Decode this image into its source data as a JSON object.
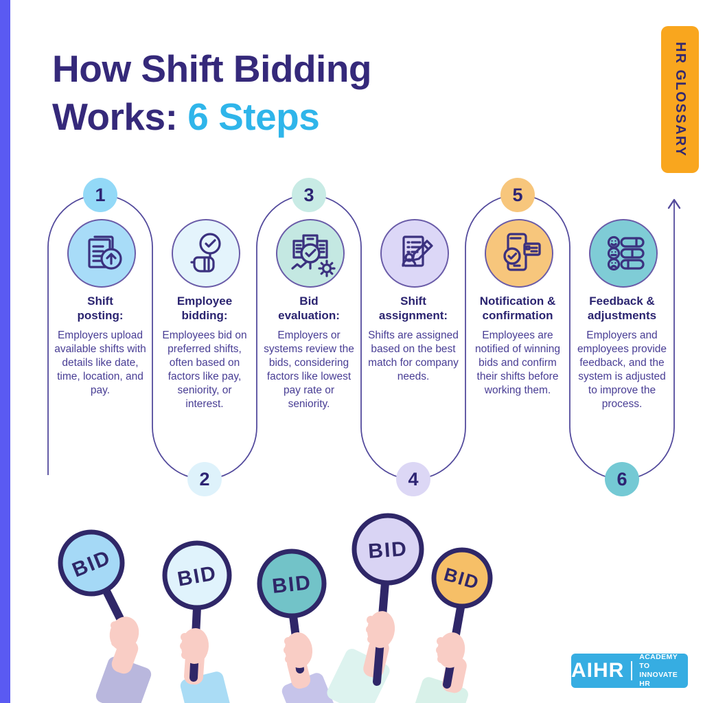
{
  "header": {
    "title_line1": "How Shift Bidding",
    "title_line2_prefix": "Works: ",
    "title_line2_accent": "6 Steps",
    "tag": "HR GLOSSARY"
  },
  "colors": {
    "title_indigo": "#35297a",
    "accent_cyan": "#2fb5ea",
    "tag_orange": "#f9a61e",
    "flow_line": "#534a9c",
    "body_text": "#483d94",
    "left_bar": "#5a5af2",
    "logo_blue": "#36ade2",
    "icon_stroke": "#3b317f",
    "paddle_navy": "#2f2768"
  },
  "steps": [
    {
      "number": "1",
      "title": "Shift\nposting:",
      "description": "Employers upload available shifts with details like date, time, location, and pay.",
      "badge_color": "#93d9f7",
      "icon_bg": "#a8dcf8",
      "icon": "upload-documents-icon"
    },
    {
      "number": "2",
      "title": "Employee\nbidding:",
      "description": "Employees bid on preferred shifts, often based on factors like pay, seniority, or interest.",
      "badge_color": "#def2fb",
      "icon_bg": "#e4f4fc",
      "icon": "hand-magnifier-check-icon"
    },
    {
      "number": "3",
      "title": "Bid\nevaluation:",
      "description": "Employers or systems review the bids, considering factors like lowest pay rate or seniority.",
      "badge_color": "#c8ebe5",
      "icon_bg": "#c4e8e2",
      "icon": "documents-analysis-icon"
    },
    {
      "number": "4",
      "title": "Shift\nassignment:",
      "description": "Shifts are assigned based on the best match for company needs.",
      "badge_color": "#dcd7f5",
      "icon_bg": "#dcd7f7",
      "icon": "document-pencil-person-icon"
    },
    {
      "number": "5",
      "title": "Notification &\nconfirmation",
      "description": "Employees are notified of winning bids and confirm their shifts before working them.",
      "badge_color": "#f7c67c",
      "icon_bg": "#f7c67c",
      "icon": "phone-check-card-icon"
    },
    {
      "number": "6",
      "title": "Feedback &\nadjustments",
      "description": "Employers and employees provide feedback, and the system is adjusted to improve the process.",
      "badge_color": "#74c9d4",
      "icon_bg": "#7fccd6",
      "icon": "feedback-sliders-icon"
    }
  ],
  "paddles": [
    {
      "label": "BID",
      "fill": "#a5d9f6"
    },
    {
      "label": "BID",
      "fill": "#e0f3fc"
    },
    {
      "label": "BID",
      "fill": "#72c3c8"
    },
    {
      "label": "BID",
      "fill": "#d9d4f4"
    },
    {
      "label": "BID",
      "fill": "#f6bf67"
    }
  ],
  "logo": {
    "name": "AIHR",
    "tagline_line1": "ACADEMY TO",
    "tagline_line2": "INNOVATE HR"
  }
}
